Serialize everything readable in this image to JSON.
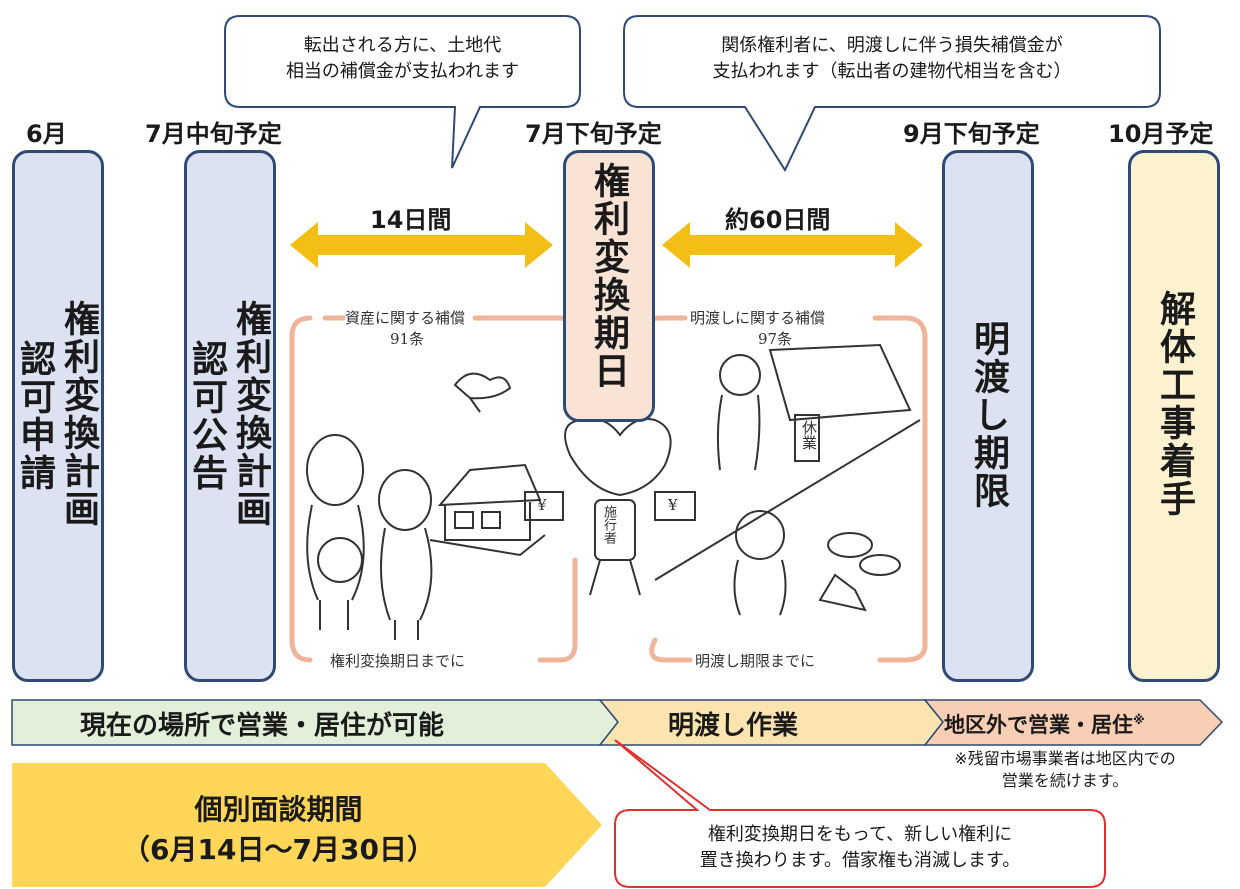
{
  "colors": {
    "blue_fill": "#dce2f2",
    "blue_border": "#2f4a74",
    "peach_fill": "#f8e3d5",
    "cream_fill": "#fcf2cf",
    "arrow_yellow": "#f3bf16",
    "band_green": "#e2efd9",
    "band_cream": "#fce4b0",
    "band_peach": "#f8cfb4",
    "interview_yellow": "#ffd657",
    "callout_red": "#e0302f",
    "sketch_outline": "#f0b49a"
  },
  "columns": [
    {
      "date": "6月",
      "text_col1": "権利変換計画",
      "text_col2": "認可申請"
    },
    {
      "date": "7月中旬予定",
      "text_col1": "権利変換計画",
      "text_col2": "認可公告"
    },
    {
      "date": "7月下旬予定",
      "text": "権利変換期日"
    },
    {
      "date": "9月下旬予定",
      "text": "明渡し期限"
    },
    {
      "date": "10月予定",
      "text": "解体工事着手"
    }
  ],
  "periods": {
    "first": "14日間",
    "second": "約60日間"
  },
  "callouts": {
    "left": [
      "転出される方に、土地代",
      "相当の補償金が支払われます"
    ],
    "right": [
      "関係権利者に、明渡しに伴う損失補償金が",
      "支払われます（転出者の建物代相当を含む）"
    ],
    "bottom": [
      "権利変換期日をもって、新しい権利に",
      "置き換わります。借家権も消滅します。"
    ]
  },
  "illustration": {
    "left_top": "資産に関する補償",
    "left_article": "91条",
    "left_bottom": "権利変換期日までに",
    "right_top": "明渡しに関する補償",
    "right_article": "97条",
    "right_bottom": "明渡し期限までに",
    "center_sign": "施行者",
    "shop_sign": "休業",
    "yen": "¥"
  },
  "bands": {
    "current": "現在の場所で営業・居住が可能",
    "moving": "明渡し作業",
    "outside": "地区外で営業・居住",
    "outside_mark": "※"
  },
  "footnote": [
    "※残留市場事業者は地区内での",
    "営業を続けます。"
  ],
  "interview": {
    "title": "個別面談期間",
    "dates": "（6月14日〜7月30日）"
  }
}
